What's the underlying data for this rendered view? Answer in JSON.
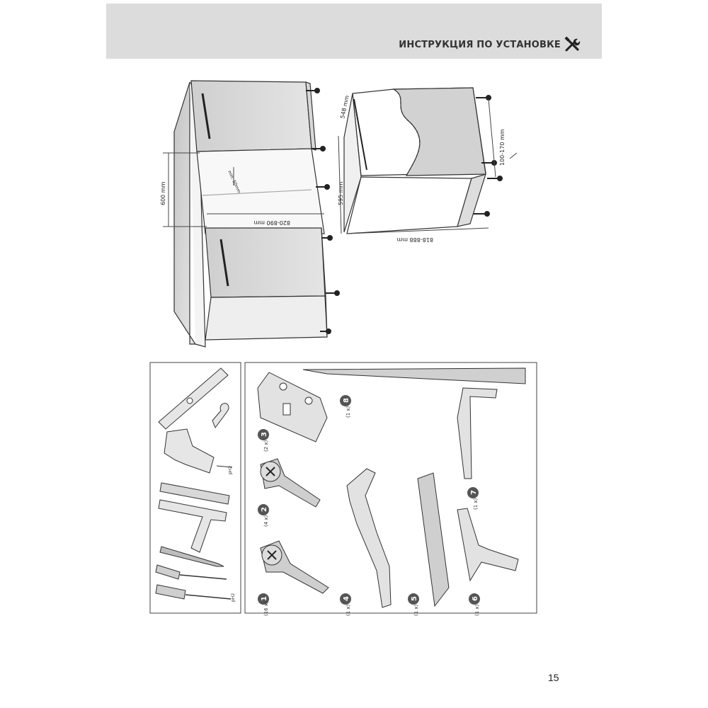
{
  "header": {
    "title": "ИНСТРУКЦИЯ ПО УСТАНОВКЕ",
    "icon": "tools-icon"
  },
  "dimensions": {
    "cabinet_height": "600 mm",
    "niche_width": "820-890 mm",
    "min_gap": "min. 50mm",
    "depth_548": "548 mm",
    "height_595": "595 mm",
    "width_818": "818-888 mm",
    "leg_range": "100-170 mm"
  },
  "parts": [
    {
      "number": "1",
      "qty": "(16 x)"
    },
    {
      "number": "2",
      "qty": "(4 x)"
    },
    {
      "number": "3",
      "qty": "(2 x)"
    },
    {
      "number": "4",
      "qty": "(1 x)"
    },
    {
      "number": "5",
      "qty": "(1 x)"
    },
    {
      "number": "6",
      "qty": "(1 x)"
    },
    {
      "number": "7",
      "qty": "(1 x)"
    },
    {
      "number": "8",
      "qty": "(1 x)"
    }
  ],
  "tools": {
    "bit_label_1": "pH2",
    "bit_label_2": "pH2"
  },
  "page_number": "15"
}
